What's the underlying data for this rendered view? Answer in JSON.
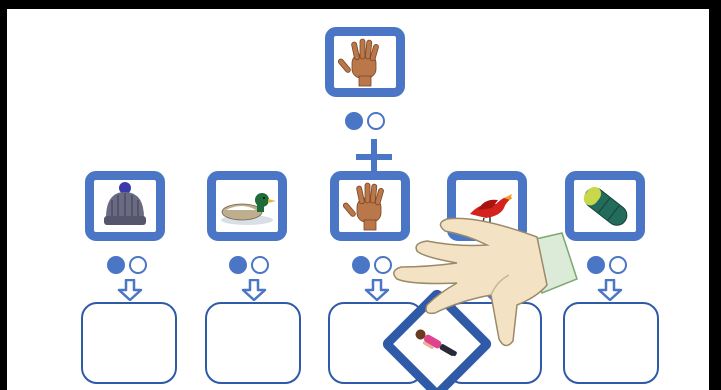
{
  "app": {
    "kind": "matching-game"
  },
  "colors": {
    "card_border": "#4a76c5",
    "slot_border": "#2f5aa8",
    "dot": "#4a76c5"
  },
  "target": {
    "icon": "hand-icon",
    "dots": [
      "filled",
      "empty"
    ]
  },
  "operator_icon": "plus-icon",
  "options": [
    {
      "icon": "beanie-hat-icon",
      "dots": [
        "filled",
        "empty"
      ]
    },
    {
      "icon": "duck-icon",
      "dots": [
        "filled",
        "empty"
      ]
    },
    {
      "icon": "hand-icon",
      "dots": [
        "filled",
        "empty"
      ]
    },
    {
      "icon": "red-bird-icon",
      "dots": [
        "filled",
        "empty"
      ]
    },
    {
      "icon": "sleeping-bag-icon",
      "dots": [
        "filled",
        "empty"
      ]
    }
  ],
  "answer_slots": 5,
  "dragged_card": {
    "icon": "person-lying-icon"
  },
  "cursor": {
    "icon": "grabbing-hand-cursor-icon"
  }
}
